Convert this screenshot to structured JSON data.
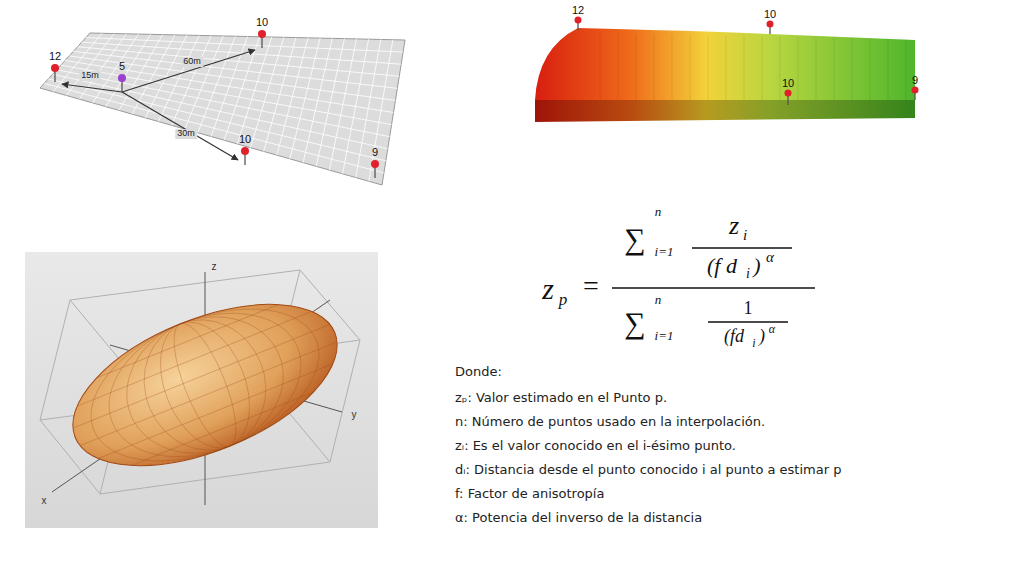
{
  "diagram": {
    "labels": [
      "12",
      "5",
      "10",
      "10",
      "9",
      "15m",
      "60m",
      "30m",
      "12",
      "10",
      "10",
      "9",
      "z",
      "y",
      "x",
      "z",
      "p",
      "=",
      "∑",
      "i=1",
      "n",
      "z",
      "i",
      "(f d",
      "i",
      ")",
      "α",
      "∑",
      "i=1",
      "n",
      "1",
      "(fd",
      "i",
      ")",
      "α",
      "Donde:",
      "zₚ: Valor estimado en el Punto p.",
      "n: Número de puntos usado en la interpolación.",
      "zᵢ: Es el valor conocido en el  i-ésimo punto.",
      "dᵢ: Distancia desde el punto conocido i al punto a estimar p",
      "f: Factor de anisotropía",
      "α: Potencia del inverso de la distancia"
    ]
  }
}
